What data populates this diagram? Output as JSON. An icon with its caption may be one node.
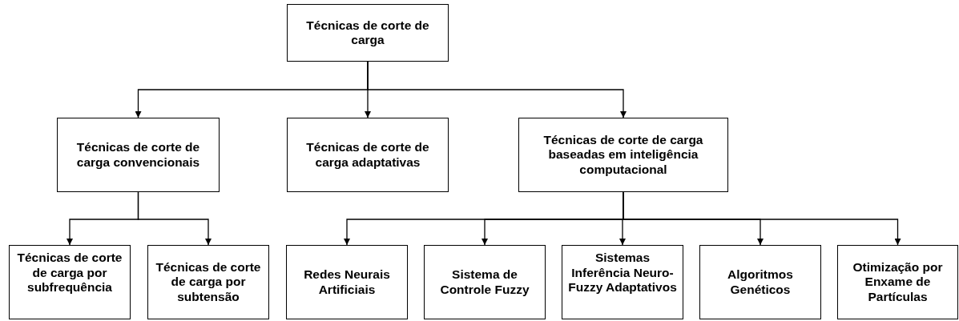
{
  "diagram": {
    "nodes": [
      {
        "text": [
          "Técnicas de corte de carga"
        ]
      },
      {
        "text": [
          "Técnicas de corte de carga convencionais"
        ]
      },
      {
        "text": [
          "Técnicas de corte de carga adaptativas"
        ]
      },
      {
        "text": [
          "Técnicas de corte de carga baseadas em inteligência computacional"
        ]
      },
      {
        "text": [
          "Técnicas de corte de carga por subfrequência"
        ]
      },
      {
        "text": [
          "Técnicas de corte de carga por subtensão"
        ]
      },
      {
        "text": [
          "Redes Neurais Artificiais"
        ]
      },
      {
        "text": [
          "Sistema de Controle Fuzzy"
        ]
      },
      {
        "text": [
          "Sistemas Inferência Neuro-Fuzzy Adaptativos"
        ]
      },
      {
        "text": [
          "Algoritmos Genéticos"
        ]
      },
      {
        "text": [
          "Otimização por Enxame de Partículas"
        ]
      }
    ],
    "edges": [
      {
        "from": 0,
        "to": 1,
        "arrow": "to"
      },
      {
        "from": 0,
        "to": 2,
        "arrow": "to"
      },
      {
        "from": 0,
        "to": 3,
        "arrow": "to"
      },
      {
        "from": 1,
        "to": 4,
        "arrow": "to"
      },
      {
        "from": 1,
        "to": 5,
        "arrow": "to"
      },
      {
        "from": 3,
        "to": 6,
        "arrow": "to"
      },
      {
        "from": 3,
        "to": 7,
        "arrow": "to"
      },
      {
        "from": 3,
        "to": 8,
        "arrow": "to"
      },
      {
        "from": 3,
        "to": 9,
        "arrow": "to"
      },
      {
        "from": 3,
        "to": 10,
        "arrow": "to"
      }
    ]
  }
}
